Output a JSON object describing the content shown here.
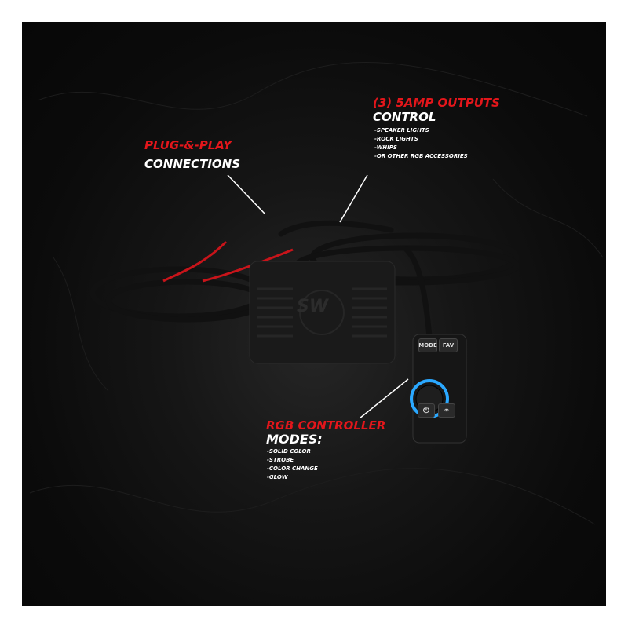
{
  "callouts": {
    "plug_play": {
      "line1": "PLUG-&-PLAY",
      "line2": "CONNECTIONS"
    },
    "outputs": {
      "line1": "(3) 5AMP OUTPUTS",
      "line2": "CONTROL",
      "items": [
        "-SPEAKER LIGHTS",
        "-ROCK LIGHTS",
        "-WHIPS",
        "-OR OTHER RGB ACCESSORIES"
      ]
    },
    "controller": {
      "line1": "RGB CONTROLLER",
      "line2": "MODES:",
      "items": [
        "-SOLID COLOR",
        "-STROBE",
        "-COLOR CHANGE",
        "-GLOW"
      ]
    }
  },
  "controller_buttons": {
    "mode": "MODE",
    "fav": "FAV",
    "power_icon": "power-icon",
    "color_icon": "color-circles-icon"
  },
  "logo": "SW",
  "colors": {
    "accent_red": "#e3161b",
    "ring_blue": "#2aa8ff",
    "background": "#0b0b0b"
  }
}
